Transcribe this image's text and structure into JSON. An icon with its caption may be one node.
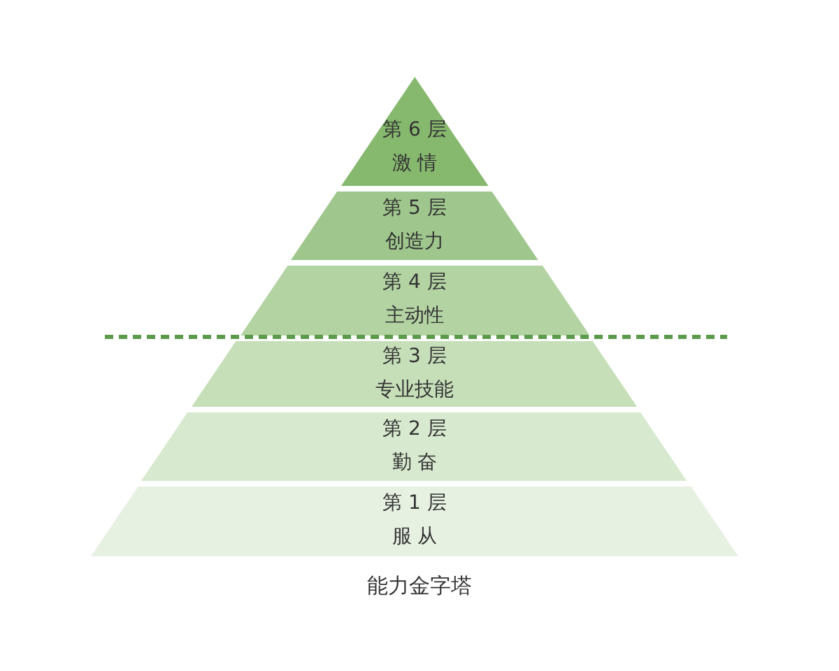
{
  "diagram": {
    "caption": "能力金字塔",
    "nodes": [
      {
        "text": [
          "第 6 层",
          "激 情"
        ]
      },
      {
        "text": [
          "第 5 层",
          "创造力"
        ]
      },
      {
        "text": [
          "第 4 层",
          "主动性"
        ]
      },
      {
        "text": [
          "第 3 层",
          "专业技能"
        ]
      },
      {
        "text": [
          "第 2 层",
          "勤 奋"
        ]
      },
      {
        "text": [
          "第 1 层",
          "服 从"
        ]
      }
    ]
  }
}
